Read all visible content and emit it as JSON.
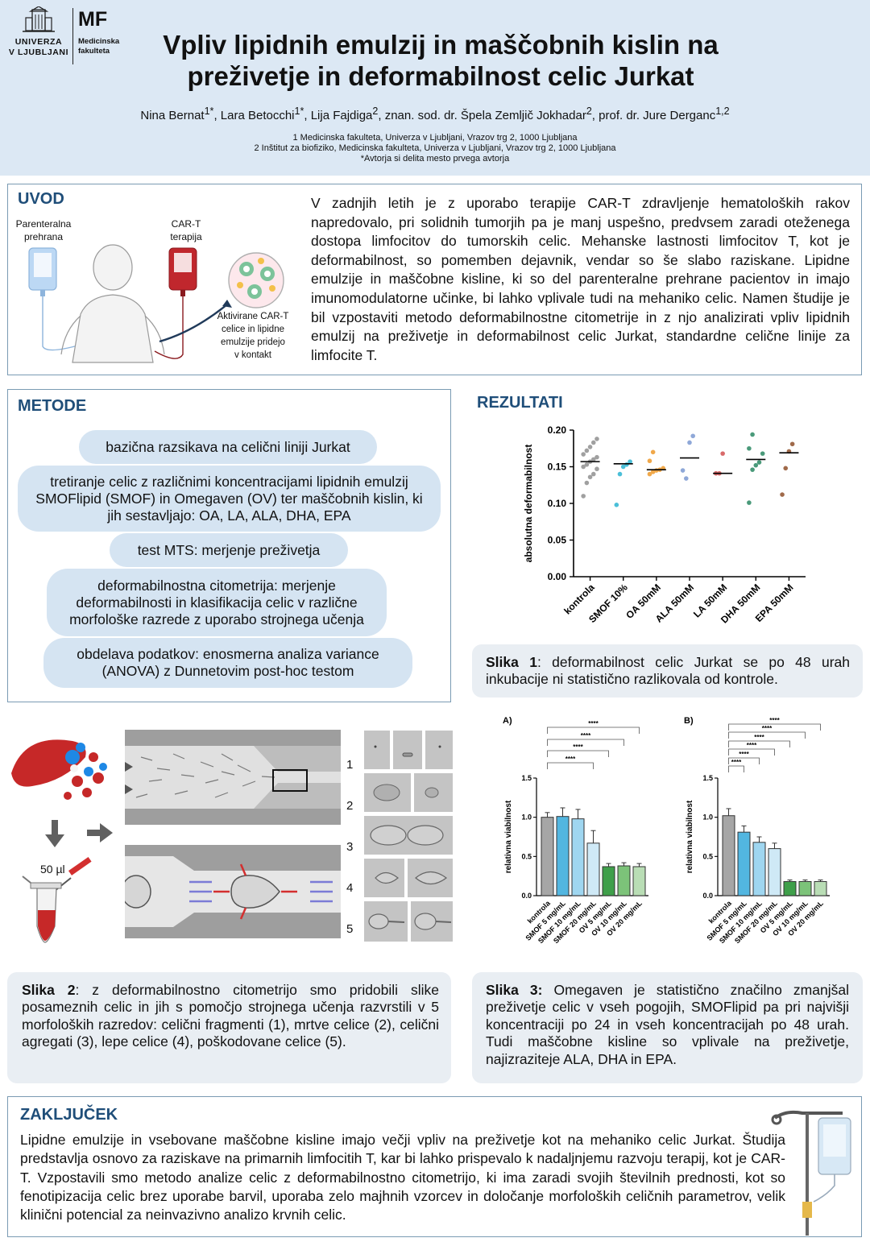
{
  "header": {
    "ul_logo_lines": [
      "UNIVERZA",
      "V LJUBLJANI"
    ],
    "mf_logo": "MF",
    "mf_logo_sub": [
      "Medicinska",
      "fakulteta"
    ],
    "title_line1": "Vpliv lipidnih emulzij in maščobnih kislin na",
    "title_line2": "preživetje in deformabilnost celic Jurkat",
    "authors": [
      {
        "name": "Nina Bernat",
        "sup": "1*"
      },
      {
        "name": "Lara Betocchi",
        "sup": "1*"
      },
      {
        "name": "Lija Fajdiga",
        "sup": "2"
      },
      {
        "name": "znan. sod. dr. Špela Zemljič Jokhadar",
        "sup": "2"
      },
      {
        "name": "prof. dr. Jure Derganc",
        "sup": "1,2"
      }
    ],
    "affiliations": [
      "1 Medicinska fakulteta, Univerza v Ljubljani, Vrazov trg 2, 1000 Ljubljana",
      "2 Inštitut za biofiziko, Medicinska fakulteta, Univerza v Ljubljani, Vrazov trg 2, 1000 Ljubljana",
      "*Avtorja si delita mesto prvega avtorja"
    ]
  },
  "uvod": {
    "heading": "UVOD",
    "label_parenteral": [
      "Parenteralna",
      "prehrana"
    ],
    "label_cart": [
      "CAR-T",
      "terapija"
    ],
    "label_activated": [
      "Aktivirane CAR-T",
      "celice in lipidne",
      "emulzije pridejo",
      "v kontakt"
    ],
    "text": "V zadnjih letih je z uporabo terapije CAR-T zdravljenje hematoloških rakov napredovalo, pri solidnih tumorjih pa je manj uspešno, predvsem zaradi oteženega dostopa limfocitov do tumorskih celic. Mehanske lastnosti limfocitov T, kot je deformabilnost, so pomemben dejavnik, vendar so še slabo raziskane. Lipidne emulzije in maščobne kisline, ki so del parenteralne prehrane pacientov in imajo imunomodulatorne učinke, bi lahko vplivale tudi na mehaniko celic. Namen študije je bil vzpostaviti metodo deformabilnostne citometrije in z njo analizirati vpliv lipidnih emulzij na preživetje in deformabilnost celic Jurkat, standardne celične linije za limfocite T."
  },
  "metode": {
    "heading": "METODE",
    "steps": [
      "bazična razsikava na celični liniji Jurkat",
      "tretiranje celic z različnimi koncentracijami lipidnih emulzij SMOFlipid (SMOF) in Omegaven (OV) ter maščobnih kislin, ki jih sestavljajo: OA, LA, ALA, DHA, EPA",
      "test MTS: merjenje preživetja",
      "deformabilnostna citometrija: merjenje deformabilnosti in klasifikacija celic v različne morfološke razrede z uporabo strojnega učenja",
      "obdelava podatkov: enosmerna analiza variance (ANOVA) z Dunnetovim post-hoc testom"
    ]
  },
  "rezultati": {
    "heading": "REZULTATI"
  },
  "fig2": {
    "volume_label": "50 µl",
    "class_numbers": [
      "1",
      "2",
      "3",
      "4",
      "5"
    ],
    "caption_bold": "Slika 2",
    "caption_text": ": z deformabilnostno citometrijo smo pridobili slike posameznih celic in jih s pomočjo strojnega učenja razvrstili v 5 morfoloških razredov: celični fragmenti (1), mrtve celice (2), celični agregati (3), lepe celice (4), poškodovane celice (5)."
  },
  "fig1": {
    "caption_bold": "Slika 1",
    "caption_text": ": deformabilnost celic Jurkat se po 48 urah inkubacije ni statistično razlikovala od kontrole."
  },
  "fig3": {
    "caption_bold": "Slika 3:",
    "caption_text": " Omegaven je statistično značilno zmanjšal preživetje celic v vseh pogojih, SMOFlipid pa pri najvišji koncentraciji po 24 in vseh koncentracijah po 48 urah. Tudi maščobne kisline so vplivale na preživetje, najizraziteje ALA, DHA in EPA."
  },
  "zakljucek": {
    "heading": "ZAKLJUČEK",
    "text": "Lipidne emulzije in vsebovane maščobne kisline imajo večji vpliv na preživetje kot na mehaniko celic Jurkat. Študija predstavlja osnovo za raziskave na primarnih limfocitih T, kar bi lahko prispevalo k nadaljnjemu razvoju terapij, kot je CAR-T. Vzpostavili smo metodo analize celic z deformabilnostno citometrijo, ki ima zaradi svojih številnih prednosti, kot so fenotipizacija celic brez uporabe barvil, uporaba zelo majhnih vzorcev in določanje morfoloških celičnih parametrov, velik klinični potencial za neinvazivno analizo krvnih celic."
  },
  "chart_data": [
    {
      "type": "scatter",
      "ylabel": "absolutna deformabilnost",
      "ylim": [
        0,
        0.2
      ],
      "yticks": [
        "0.00",
        "0.05",
        "0.10",
        "0.15",
        "0.20"
      ],
      "categories": [
        "kontrola",
        "SMOF 10%",
        "OA 50mM",
        "ALA 50mM",
        "LA 50mM",
        "DHA 50mM",
        "EPA 50mM"
      ],
      "colors": [
        "#a0a0a0",
        "#4bbfd8",
        "#f0a84a",
        "#8fa8d8",
        "#d86a6a",
        "#4a9a7a",
        "#a06a4a"
      ],
      "means": [
        0.157,
        0.154,
        0.146,
        0.162,
        0.141,
        0.16,
        0.169
      ],
      "points": [
        [
          0.11,
          0.128,
          0.136,
          0.14,
          0.147,
          0.15,
          0.153,
          0.157,
          0.16,
          0.163,
          0.167,
          0.172,
          0.177,
          0.183,
          0.188
        ],
        [
          0.098,
          0.14,
          0.15,
          0.153,
          0.157
        ],
        [
          0.14,
          0.143,
          0.145,
          0.146,
          0.148,
          0.158,
          0.17
        ],
        [
          0.145,
          0.134,
          0.183,
          0.192
        ],
        [
          0.141,
          0.141,
          0.168
        ],
        [
          0.101,
          0.146,
          0.152,
          0.156,
          0.168,
          0.175,
          0.194
        ],
        [
          0.112,
          0.148,
          0.171,
          0.181
        ]
      ]
    },
    {
      "type": "bar",
      "panel": "A)",
      "ylabel": "relativna viabilnost",
      "ylim": [
        0,
        1.5
      ],
      "yticks": [
        "0.0",
        "0.5",
        "1.0",
        "1.5"
      ],
      "categories": [
        "kontrola",
        "SMOF 5 mg/mL",
        "SMOF 10 mg/mL",
        "SMOF 20 mg/mL",
        "OV 5 mg/mL",
        "OV 10 mg/mL",
        "OV 20 mg/mL"
      ],
      "values": [
        1.0,
        1.01,
        0.98,
        0.67,
        0.37,
        0.38,
        0.37
      ],
      "errors": [
        0.06,
        0.11,
        0.12,
        0.16,
        0.04,
        0.04,
        0.04
      ],
      "colors": [
        "#a6a6a6",
        "#52b6e0",
        "#9fd6f0",
        "#cfe9f6",
        "#3f9f4a",
        "#7cc379",
        "#b9ddb5"
      ],
      "significance": "****",
      "sig_targets": [
        3,
        4,
        5,
        6
      ]
    },
    {
      "type": "bar",
      "panel": "B)",
      "ylabel": "relativna viabilnost",
      "ylim": [
        0,
        1.5
      ],
      "yticks": [
        "0.0",
        "0.5",
        "1.0",
        "1.5"
      ],
      "categories": [
        "kontrola",
        "SMOF 5 mg/mL",
        "SMOF 10 mg/mL",
        "SMOF 20 mg/mL",
        "OV 5 mg/mL",
        "OV 10 mg/mL",
        "OV 20 mg/mL"
      ],
      "values": [
        1.02,
        0.81,
        0.68,
        0.6,
        0.18,
        0.18,
        0.18
      ],
      "errors": [
        0.09,
        0.08,
        0.07,
        0.07,
        0.02,
        0.02,
        0.02
      ],
      "colors": [
        "#a6a6a6",
        "#52b6e0",
        "#9fd6f0",
        "#cfe9f6",
        "#3f9f4a",
        "#7cc379",
        "#b9ddb5"
      ],
      "significance": "****",
      "sig_targets": [
        1,
        2,
        3,
        4,
        5,
        6
      ]
    }
  ]
}
